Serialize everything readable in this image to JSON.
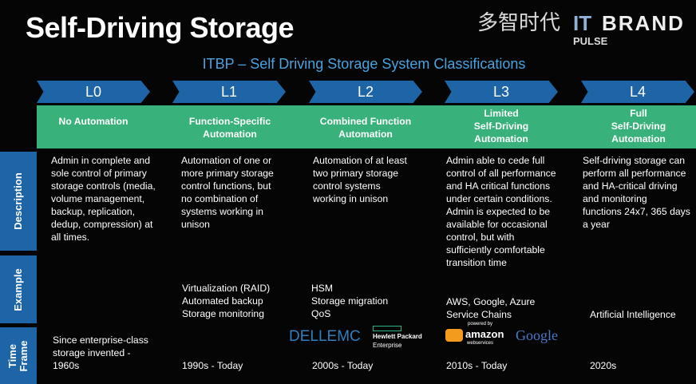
{
  "title": "Self-Driving Storage",
  "subtitle": "ITBP – Self Driving Storage System Classifications",
  "logo": {
    "it": "IT",
    "brand": "BRAND",
    "pulse": "PULSE",
    "watermark": "多智时代"
  },
  "row_labels": {
    "description": "Description",
    "example": "Example",
    "time_frame": "Time\nFrame"
  },
  "levels": [
    {
      "code": "L0",
      "name": "No Automation",
      "description": "Admin in complete and\nsole control of primary\nstorage controls (media,\nvolume management,\nbackup, replication,\ndedup, compression) at\nall times.",
      "example": "",
      "time_frame": "Since enterprise-class\nstorage invented -\n1960s"
    },
    {
      "code": "L1",
      "name": "Function-Specific\nAutomation",
      "description": "Automation of one or\nmore primary storage\ncontrol functions, but\nno combination of\nsystems working in\nunison",
      "example": "Virtualization (RAID)\nAutomated backup\nStorage monitoring",
      "time_frame": "1990s - Today"
    },
    {
      "code": "L2",
      "name": "Combined Function\nAutomation",
      "description": "Automation of at least\ntwo primary storage\ncontrol systems\nworking in unison",
      "example": "HSM\nStorage migration\nQoS",
      "time_frame": "2000s - Today"
    },
    {
      "code": "L3",
      "name": "Limited\nSelf-Driving\nAutomation",
      "description": "Admin able to cede full\ncontrol of all performance\nand HA critical functions\nunder certain conditions.\nAdmin is expected to be\navailable for occasional\ncontrol, but with\nsufficiently comfortable\ntransition time",
      "example": "AWS, Google, Azure\nService Chains",
      "time_frame": "2010s - Today"
    },
    {
      "code": "L4",
      "name": "Full\nSelf-Driving\nAutomation",
      "description": "Self-driving storage can\nperform all performance\nand HA-critical driving\nand monitoring\nfunctions 24x7, 365 days\na year",
      "example": "Artificial Intelligence",
      "time_frame": "2020s"
    }
  ],
  "vendor_logos": {
    "dell": "DELLEMC",
    "hpe_1": "Hewlett Packard",
    "hpe_2": "Enterprise",
    "aws_1": "powered by",
    "aws_2": "amazon",
    "aws_3": "webservices",
    "google": "Google"
  }
}
